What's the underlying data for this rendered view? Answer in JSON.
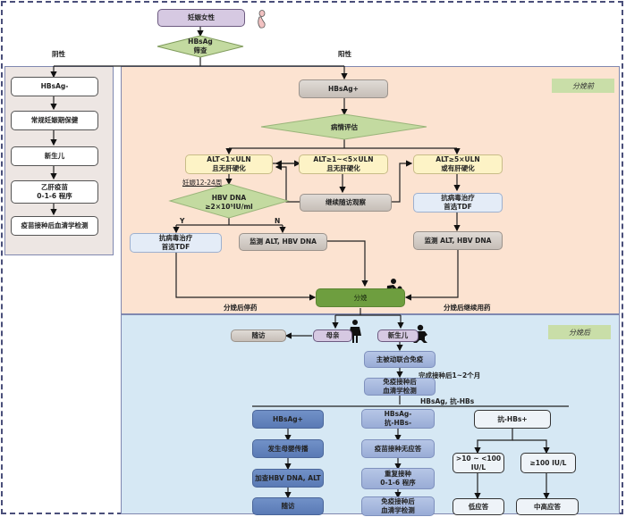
{
  "top": {
    "start": "妊娠女性",
    "screen": "HBsAg\n筛查",
    "negative_label": "阴性",
    "positive_label": "阳性"
  },
  "negative_branch": {
    "steps": [
      "HBsAg-",
      "常规妊娠期保健",
      "新生儿",
      "乙肝疫苗\n0-1-6 程序",
      "疫苗接种后血清学检测"
    ]
  },
  "prenatal": {
    "stage_label": "分娩前",
    "hbsag_pos": "HBsAg+",
    "assess": "病情评估",
    "alt_low": "ALT<1×ULN\n且无肝硬化",
    "alt_mid": "ALT≥1~<5×ULN\n且无肝硬化",
    "alt_high": "ALT≥5×ULN\n或有肝硬化",
    "gest_week": "妊娠12-24周",
    "hbv_dna": "HBV DNA\n≥2×10⁵IU/ml",
    "yes": "Y",
    "no": "N",
    "follow_observe": "继续随访观察",
    "antiviral_left": "抗病毒治疗\n首选TDF",
    "monitor_mid": "监测 ALT, HBV DNA",
    "antiviral_right": "抗病毒治疗\n首选TDF",
    "monitor_right": "监测 ALT, HBV DNA",
    "delivery": "分娩",
    "stop_after": "分娩后停药",
    "continue_after": "分娩后继续用药"
  },
  "postnatal": {
    "stage_label": "分娩后",
    "follow_up": "随访",
    "mother": "母亲",
    "newborn": "新生儿",
    "immunization": "主被动联合免疫",
    "interval": "完成接种后1~2个月",
    "serology": "免疫接种后\n血清学检测",
    "tests": "HBsAg, 抗-HBs",
    "col1": [
      "HBsAg+",
      "发生母婴传播",
      "加查HBV DNA, ALT",
      "随访"
    ],
    "col2": [
      "HBsAg-\n抗-HBs-",
      "疫苗接种无应答",
      "重复接种\n0-1-6 程序",
      "免疫接种后\n血清学检测"
    ],
    "col3_head": "抗-HBs+",
    "col3_low_range": ">10 ~ <100\nIU/L",
    "col3_high_range": "≥100 IU/L",
    "col3_low_resp": "低应答",
    "col3_high_resp": "中高应答"
  }
}
